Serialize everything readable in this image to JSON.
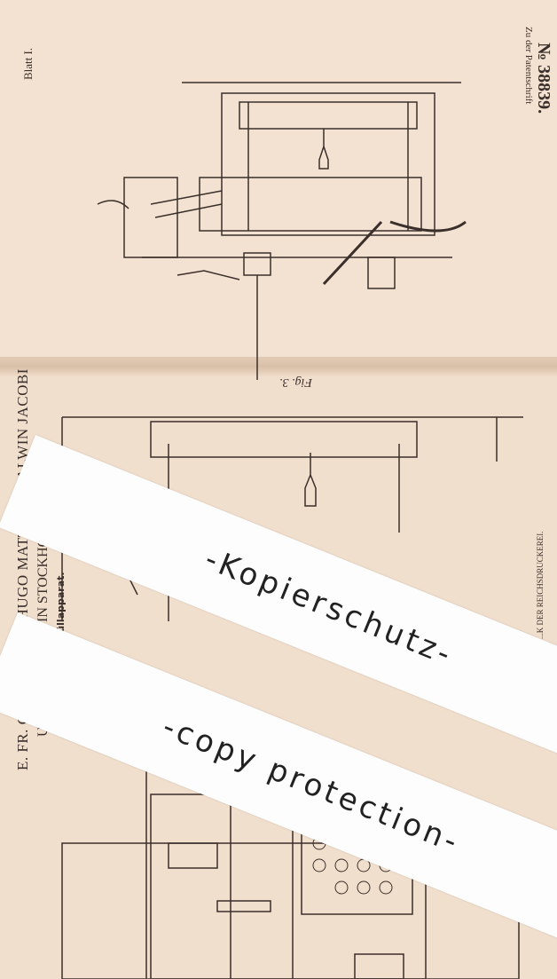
{
  "sheet_label": "Blatt I.",
  "patent_ref": {
    "prefix": "Zu der Patentschrift",
    "number": "№ 38839."
  },
  "figure_label": "Fig. 3.",
  "inventors_line1": "E. FR. GÖRANSSON, HUGO MATTSSON, ALWIN JACOBI",
  "inventors_line2": "UND MAG... ...DT IN STOCKHOLM",
  "title_fragment": "...füllapparat.",
  "printer_fragment": "...K DER REICHSDRUCKEREI.",
  "watermarks": [
    "-Kopierschutz-",
    "-copy protection-"
  ],
  "colors": {
    "paper": "#f1dfcd",
    "ink": "#3a2f2a",
    "banner": "#fdfdfd"
  }
}
